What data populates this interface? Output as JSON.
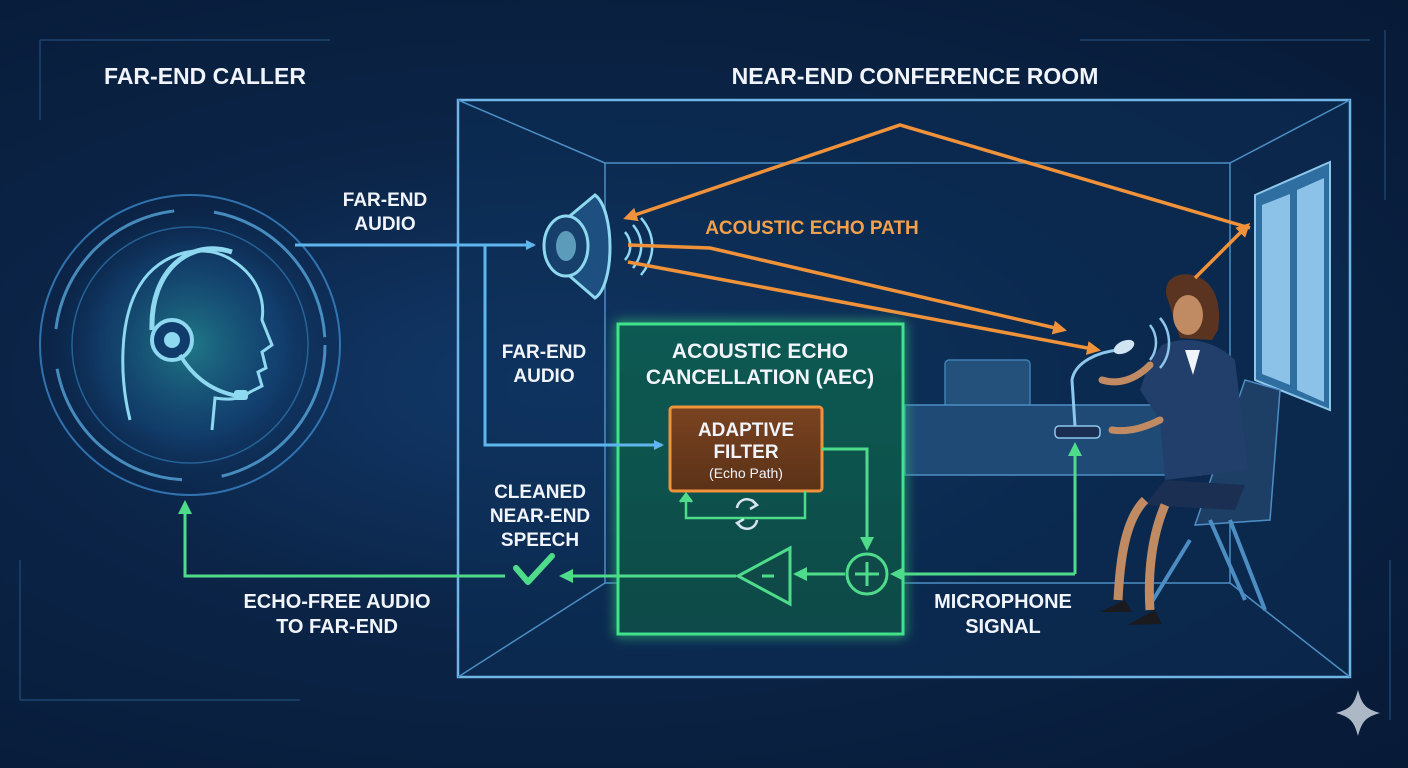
{
  "titles": {
    "far_end": "FAR-END CALLER",
    "near_end": "NEAR-END CONFERENCE ROOM"
  },
  "labels": {
    "far_end_audio_top": [
      "FAR-END",
      "AUDIO"
    ],
    "far_end_audio_mid": [
      "FAR-END",
      "AUDIO"
    ],
    "acoustic_echo_path": "ACOUSTIC ECHO PATH",
    "aec_title": [
      "ACOUSTIC ECHO",
      "CANCELLATION (AEC)"
    ],
    "adaptive_filter": [
      "ADAPTIVE",
      "FILTER"
    ],
    "adaptive_filter_sub": "(Echo Path)",
    "cleaned_speech": [
      "CLEANED",
      "NEAR-END",
      "SPEECH"
    ],
    "echo_free": [
      "ECHO-FREE AUDIO",
      "TO FAR-END"
    ],
    "microphone_signal": [
      "MICROPHONE",
      "SIGNAL"
    ],
    "subtract_symbol": "-",
    "sum_symbol": "+"
  },
  "colors": {
    "blue_line": "#5fb6ee",
    "orange_line": "#f0923a",
    "green_line": "#4fdc8a",
    "room_border": "#6fb6e6",
    "aec_border": "#3fe28a",
    "filter_border": "#f0923a"
  },
  "icons": [
    "headset-person-icon",
    "speaker-icon",
    "microphone-icon",
    "checkmark-icon",
    "refresh-icon",
    "sparkle-icon"
  ]
}
